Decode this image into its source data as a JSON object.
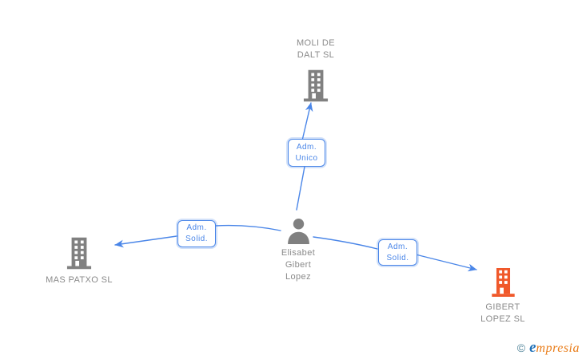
{
  "diagram": {
    "person": {
      "name": "Elisabet\nGibert\nLopez"
    },
    "companies": {
      "moli": {
        "name": "MOLI DE\nDALT SL"
      },
      "mas": {
        "name": "MAS PATXO SL"
      },
      "gibert": {
        "name": "GIBERT\nLOPEZ SL"
      }
    },
    "edges": {
      "unico": {
        "label": "Adm.\nUnico"
      },
      "solid_left": {
        "label": "Adm.\nSolid."
      },
      "solid_right": {
        "label": "Adm.\nSolid."
      }
    },
    "colors": {
      "edge_blue": "#4a86e8",
      "node_gray": "#808080",
      "label_gray": "#8a8a8a",
      "company_orange": "#f0582a",
      "logo_copyright": "#4a7f95",
      "logo_blue": "#1f70b8",
      "logo_orange": "#e97d1a"
    }
  },
  "footer": {
    "copyright": "©",
    "brand_initial": "e",
    "brand_rest": "mpresia"
  }
}
